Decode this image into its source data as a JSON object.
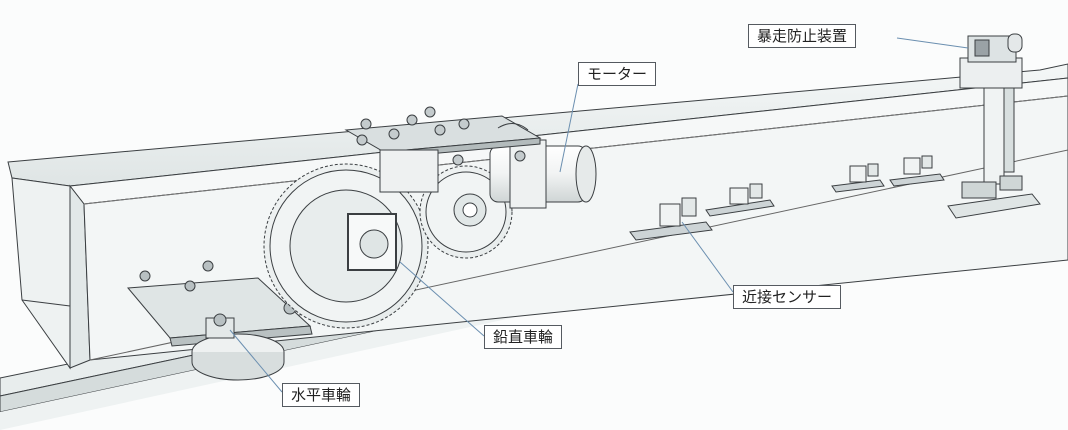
{
  "labels": {
    "runaway_prevention": "暴走防止装置",
    "motor": "モーター",
    "proximity_sensor": "近接センサー",
    "vertical_wheel": "鉛直車輪",
    "horizontal_wheel": "水平車輪"
  },
  "colors": {
    "leader_line": "#6b8fb0",
    "steel": "#e9eeee",
    "steel_edge": "#3b3f42",
    "label_border": "#555a60"
  }
}
